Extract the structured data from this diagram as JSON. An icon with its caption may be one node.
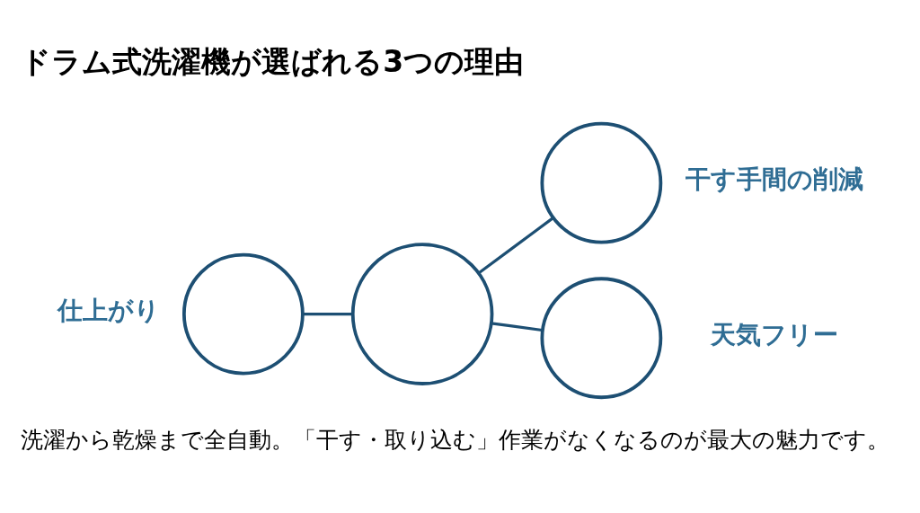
{
  "diagram": {
    "title": "ドラム式洗濯機が選ばれる3つの理由",
    "caption": "洗濯から乾燥まで全自動。「干す・取り込む」作業がなくなるのが最大の魅力です。",
    "nodes": [
      {
        "text": [],
        "shape": "circle",
        "beside": [
          "仕上がり"
        ]
      },
      {
        "text": [],
        "shape": "circle"
      },
      {
        "text": [],
        "shape": "circle",
        "beside": [
          "干す手間の削減"
        ]
      },
      {
        "text": [],
        "shape": "circle",
        "beside": [
          "天気フリー"
        ]
      }
    ],
    "edges": [
      {
        "from": 0,
        "to": 1,
        "arrow": "none"
      },
      {
        "from": 1,
        "to": 2,
        "arrow": "none"
      },
      {
        "from": 1,
        "to": 3,
        "arrow": "none"
      }
    ]
  }
}
